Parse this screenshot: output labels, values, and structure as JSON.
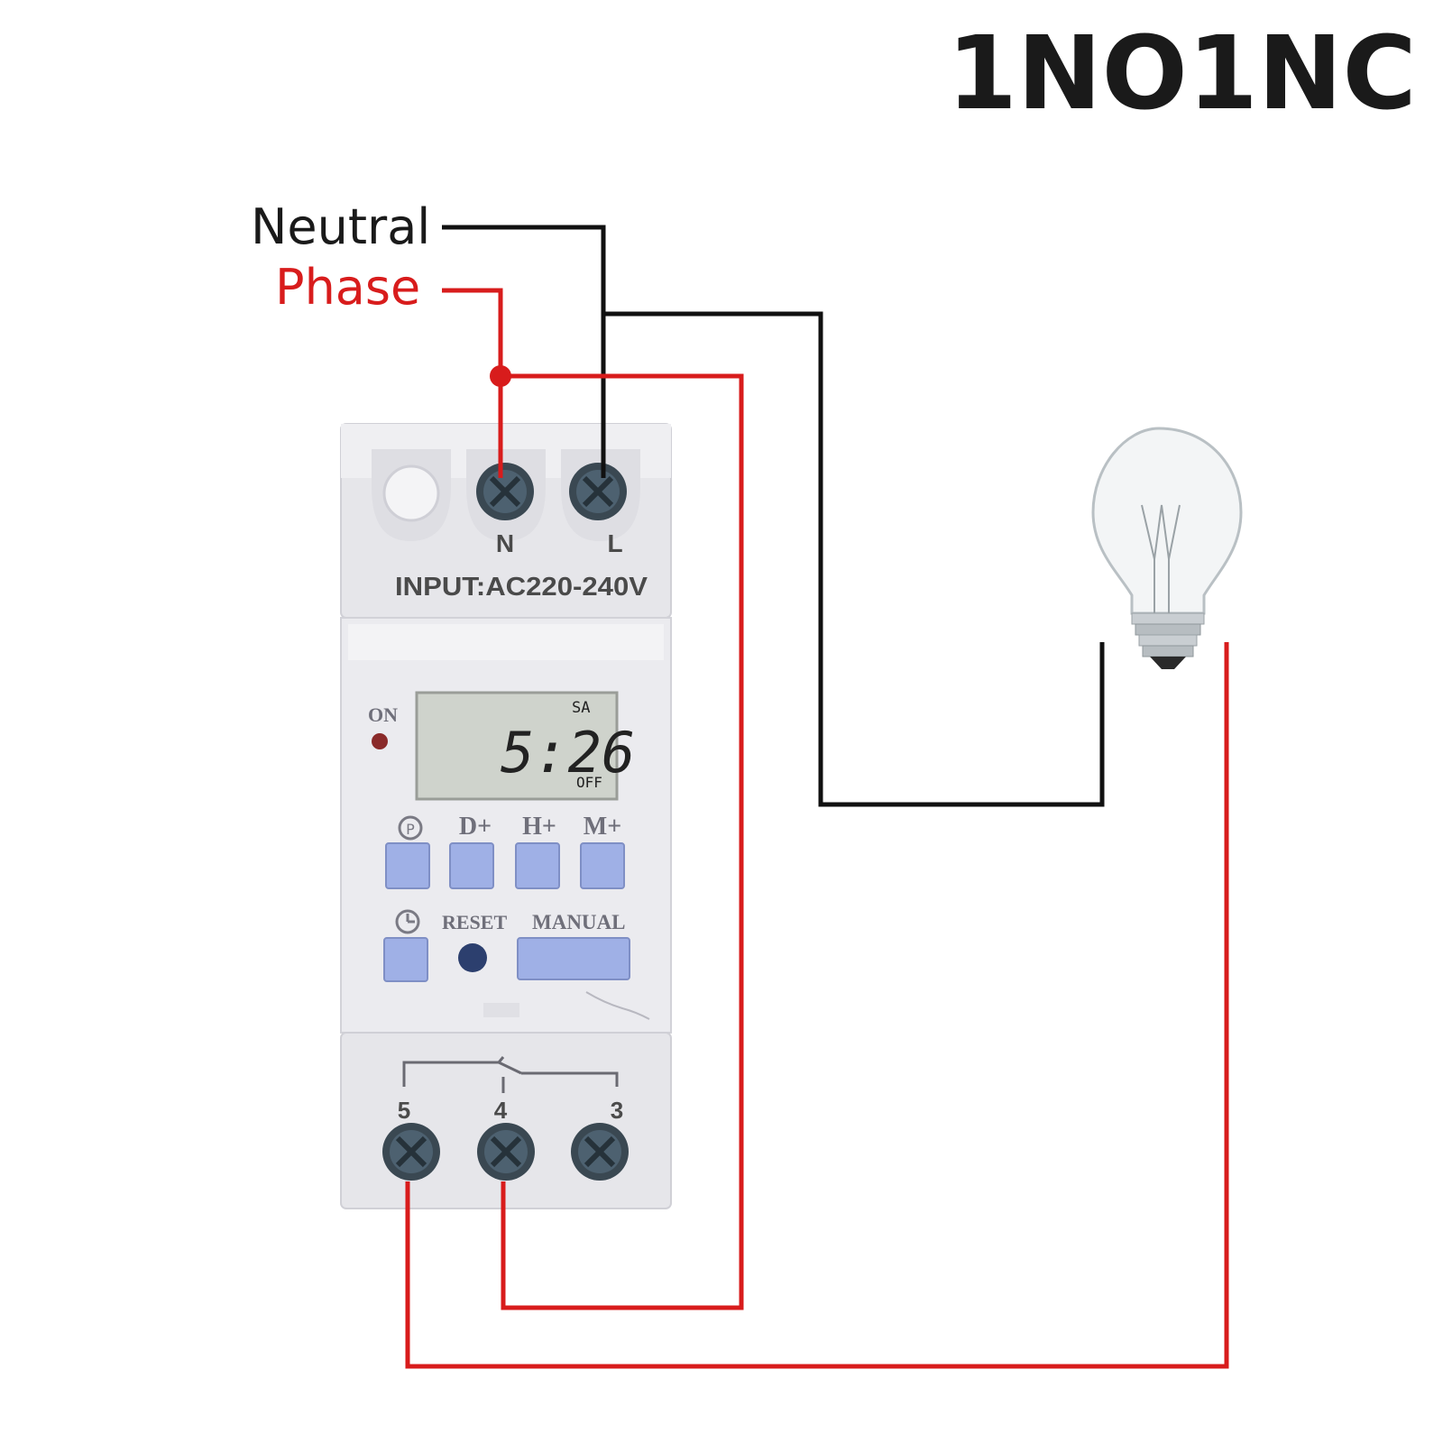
{
  "title": "1NO1NC",
  "wires": {
    "neutral_label": "Neutral",
    "phase_label": "Phase",
    "neutral_color": "#111111",
    "phase_color": "#d81c1c"
  },
  "device": {
    "input_terminals": [
      "N",
      "L"
    ],
    "input_rating": "INPUT:AC220-240V",
    "on_led_label": "ON",
    "lcd": {
      "day": "SA",
      "time": "5:26",
      "state": "OFF"
    },
    "buttons_row1": [
      "D+",
      "H+",
      "M+"
    ],
    "reset_label": "RESET",
    "manual_label": "MANUAL",
    "output_terminals": [
      "5",
      "4",
      "3"
    ]
  },
  "colors": {
    "housing": "#ececef",
    "button": "#9fb0e6",
    "screw": "#3a4852"
  }
}
